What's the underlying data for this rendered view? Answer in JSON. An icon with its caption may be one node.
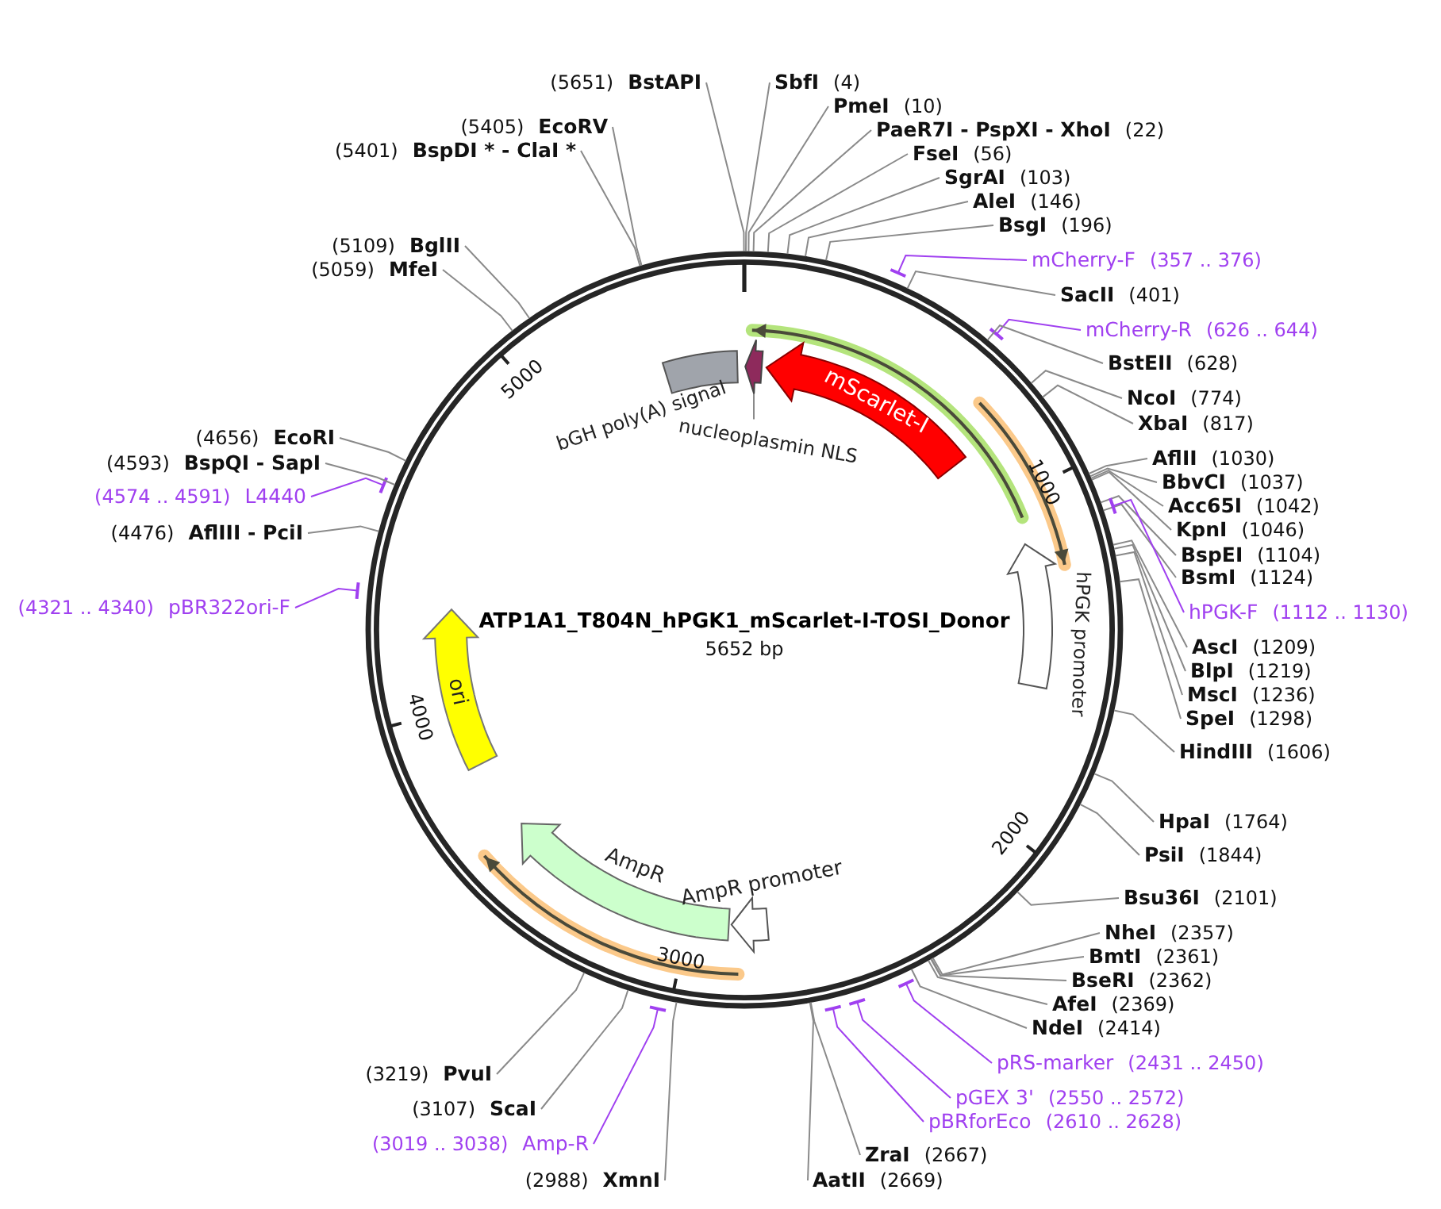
{
  "diagram": {
    "title": "ATP1A1_T804N_hPGK1_mScarlet-I-TOSI_Donor",
    "caption": "5652 bp",
    "nodes": [
      {
        "text": [
          "bGH poly(A) signal"
        ]
      },
      {
        "text": [],
        "shape": "arrow"
      },
      {
        "text": [
          "nucleoplasmin NLS"
        ]
      },
      {
        "text": [
          "mScarlet-I"
        ]
      },
      {
        "text": [
          "hPGK promoter"
        ]
      },
      {
        "text": [
          "AmpR"
        ]
      },
      {
        "text": [
          "AmpR promoter"
        ]
      },
      {
        "text": [
          "ori"
        ]
      },
      {
        "text": [
          "SbfI",
          "(4)"
        ]
      },
      {
        "text": [
          "PmeI",
          "(10)"
        ]
      },
      {
        "text": [
          "PaeR7I - PspXI - XhoI",
          "(22)"
        ]
      },
      {
        "text": [
          "FseI",
          "(56)"
        ]
      },
      {
        "text": [
          "SgrAI",
          "(103)"
        ]
      },
      {
        "text": [
          "AleI",
          "(146)"
        ]
      },
      {
        "text": [
          "BsgI",
          "(196)"
        ]
      },
      {
        "text": [
          "mCherry-F",
          "(357 .. 376)"
        ]
      },
      {
        "text": [
          "SacII",
          "(401)"
        ]
      },
      {
        "text": [
          "mCherry-R",
          "(626 .. 644)"
        ]
      },
      {
        "text": [
          "BstEII",
          "(628)"
        ]
      },
      {
        "text": [
          "NcoI",
          "(774)"
        ]
      },
      {
        "text": [
          "XbaI",
          "(817)"
        ]
      },
      {
        "text": [
          "AflII",
          "(1030)"
        ]
      },
      {
        "text": [
          "BbvCI",
          "(1037)"
        ]
      },
      {
        "text": [
          "Acc65I",
          "(1042)"
        ]
      },
      {
        "text": [
          "KpnI",
          "(1046)"
        ]
      },
      {
        "text": [
          "BspEI",
          "(1104)"
        ]
      },
      {
        "text": [
          "BsmI",
          "(1124)"
        ]
      },
      {
        "text": [
          "hPGK-F",
          "(1112 .. 1130)"
        ]
      },
      {
        "text": [
          "AscI",
          "(1209)"
        ]
      },
      {
        "text": [
          "BlpI",
          "(1219)"
        ]
      },
      {
        "text": [
          "MscI",
          "(1236)"
        ]
      },
      {
        "text": [
          "SpeI",
          "(1298)"
        ]
      },
      {
        "text": [
          "HindIII",
          "(1606)"
        ]
      },
      {
        "text": [
          "HpaI",
          "(1764)"
        ]
      },
      {
        "text": [
          "PsiI",
          "(1844)"
        ]
      },
      {
        "text": [
          "Bsu36I",
          "(2101)"
        ]
      },
      {
        "text": [
          "NheI",
          "(2357)"
        ]
      },
      {
        "text": [
          "BmtI",
          "(2361)"
        ]
      },
      {
        "text": [
          "BseRI",
          "(2362)"
        ]
      },
      {
        "text": [
          "AfeI",
          "(2369)"
        ]
      },
      {
        "text": [
          "NdeI",
          "(2414)"
        ]
      },
      {
        "text": [
          "pRS-marker",
          "(2431 .. 2450)"
        ]
      },
      {
        "text": [
          "pGEX 3'",
          "(2550 .. 2572)"
        ]
      },
      {
        "text": [
          "pBRforEco",
          "(2610 .. 2628)"
        ]
      },
      {
        "text": [
          "ZraI",
          "(2667)"
        ]
      },
      {
        "text": [
          "AatII",
          "(2669)"
        ]
      },
      {
        "text": [
          "(2988)",
          "XmnI"
        ]
      },
      {
        "text": [
          "(3019 .. 3038)",
          "Amp-R"
        ]
      },
      {
        "text": [
          "(3107)",
          "ScaI"
        ]
      },
      {
        "text": [
          "(3219)",
          "PvuI"
        ]
      },
      {
        "text": [
          "(4321 .. 4340)",
          "pBR322ori-F"
        ]
      },
      {
        "text": [
          "(4476)",
          "AflIII - PciI"
        ]
      },
      {
        "text": [
          "(4574 .. 4591)",
          "L4440"
        ]
      },
      {
        "text": [
          "(4593)",
          "BspQI - SapI"
        ]
      },
      {
        "text": [
          "(4656)",
          "EcoRI"
        ]
      },
      {
        "text": [
          "(5059)",
          "MfeI"
        ]
      },
      {
        "text": [
          "(5109)",
          "BglII"
        ]
      },
      {
        "text": [
          "(5401)",
          "BspDI * - ClaI *"
        ]
      },
      {
        "text": [
          "(5405)",
          "EcoRV"
        ]
      },
      {
        "text": [
          "(5651)",
          "BstAPI"
        ]
      }
    ],
    "edges": [
      {
        "from": 2,
        "to": 1,
        "arrow": "none"
      },
      {
        "from": 8,
        "to": null,
        "arrow": "none"
      },
      {
        "from": 9,
        "to": null,
        "arrow": "none"
      },
      {
        "from": 10,
        "to": null,
        "arrow": "none"
      },
      {
        "from": 11,
        "to": null,
        "arrow": "none"
      },
      {
        "from": 12,
        "to": null,
        "arrow": "none"
      },
      {
        "from": 13,
        "to": null,
        "arrow": "none"
      },
      {
        "from": 14,
        "to": null,
        "arrow": "none"
      },
      {
        "from": 15,
        "to": null,
        "arrow": "none",
        "color": "#a040f0"
      },
      {
        "from": 16,
        "to": null,
        "arrow": "none"
      },
      {
        "from": 17,
        "to": null,
        "arrow": "none",
        "color": "#a040f0"
      },
      {
        "from": 18,
        "to": null,
        "arrow": "none"
      },
      {
        "from": 19,
        "to": null,
        "arrow": "none"
      },
      {
        "from": 20,
        "to": null,
        "arrow": "none"
      },
      {
        "from": 21,
        "to": null,
        "arrow": "none"
      },
      {
        "from": 22,
        "to": null,
        "arrow": "none"
      },
      {
        "from": 23,
        "to": null,
        "arrow": "none"
      },
      {
        "from": 24,
        "to": null,
        "arrow": "none"
      },
      {
        "from": 25,
        "to": null,
        "arrow": "none"
      },
      {
        "from": 26,
        "to": null,
        "arrow": "none"
      },
      {
        "from": 27,
        "to": null,
        "arrow": "none",
        "color": "#a040f0"
      },
      {
        "from": 28,
        "to": null,
        "arrow": "none"
      },
      {
        "from": 29,
        "to": null,
        "arrow": "none"
      },
      {
        "from": 30,
        "to": null,
        "arrow": "none"
      },
      {
        "from": 31,
        "to": null,
        "arrow": "none"
      },
      {
        "from": 32,
        "to": null,
        "arrow": "none"
      },
      {
        "from": 33,
        "to": null,
        "arrow": "none"
      },
      {
        "from": 34,
        "to": null,
        "arrow": "none"
      },
      {
        "from": 35,
        "to": null,
        "arrow": "none"
      },
      {
        "from": 36,
        "to": null,
        "arrow": "none"
      },
      {
        "from": 37,
        "to": null,
        "arrow": "none"
      },
      {
        "from": 38,
        "to": null,
        "arrow": "none"
      },
      {
        "from": 39,
        "to": null,
        "arrow": "none"
      },
      {
        "from": 40,
        "to": null,
        "arrow": "none"
      },
      {
        "from": 41,
        "to": null,
        "arrow": "none",
        "color": "#a040f0"
      },
      {
        "from": 42,
        "to": null,
        "arrow": "none",
        "color": "#a040f0"
      },
      {
        "from": 43,
        "to": null,
        "arrow": "none",
        "color": "#a040f0"
      },
      {
        "from": 44,
        "to": null,
        "arrow": "none"
      },
      {
        "from": 45,
        "to": null,
        "arrow": "none"
      },
      {
        "from": 46,
        "to": null,
        "arrow": "none"
      },
      {
        "from": 47,
        "to": null,
        "arrow": "none",
        "color": "#a040f0"
      },
      {
        "from": 48,
        "to": null,
        "arrow": "none"
      },
      {
        "from": 49,
        "to": null,
        "arrow": "none"
      },
      {
        "from": 50,
        "to": null,
        "arrow": "none",
        "color": "#a040f0"
      },
      {
        "from": 51,
        "to": null,
        "arrow": "none"
      },
      {
        "from": 52,
        "to": null,
        "arrow": "none",
        "color": "#a040f0"
      },
      {
        "from": 53,
        "to": null,
        "arrow": "none"
      },
      {
        "from": 54,
        "to": null,
        "arrow": "none"
      },
      {
        "from": 55,
        "to": null,
        "arrow": "none"
      },
      {
        "from": 56,
        "to": null,
        "arrow": "none"
      },
      {
        "from": 57,
        "to": null,
        "arrow": "none"
      },
      {
        "from": 58,
        "to": null,
        "arrow": "none"
      },
      {
        "from": 59,
        "to": null,
        "arrow": "none"
      }
    ],
    "labels": [
      "1000",
      "2000",
      "3000",
      "4000",
      "5000"
    ]
  }
}
